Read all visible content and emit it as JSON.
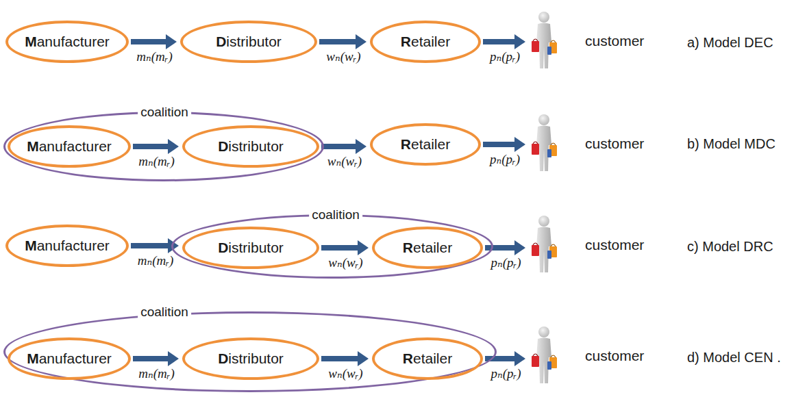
{
  "diagram": {
    "nodes": [
      {
        "text": [
          "Manufacturer"
        ]
      },
      {
        "text": [
          "Distributor"
        ]
      },
      {
        "text": [
          "Retailer"
        ]
      },
      {
        "text": [
          "customer"
        ]
      },
      {
        "text": [
          "coalition"
        ]
      },
      {
        "text": [
          "Manufacturer"
        ],
        "in": 4
      },
      {
        "text": [
          "Distributor"
        ],
        "in": 4
      },
      {
        "text": [
          "Retailer"
        ]
      },
      {
        "text": [
          "customer"
        ]
      },
      {
        "text": [
          "Manufacturer"
        ]
      },
      {
        "text": [
          "coalition"
        ]
      },
      {
        "text": [
          "Distributor"
        ],
        "in": 10
      },
      {
        "text": [
          "Retailer"
        ],
        "in": 10
      },
      {
        "text": [
          "customer"
        ]
      },
      {
        "text": [
          "coalition"
        ]
      },
      {
        "text": [
          "Manufacturer"
        ],
        "in": 14
      },
      {
        "text": [
          "Distributor"
        ],
        "in": 14
      },
      {
        "text": [
          "Retailer"
        ],
        "in": 14
      },
      {
        "text": [
          "customer"
        ]
      }
    ],
    "edges": [
      {
        "from": 0,
        "to": 1,
        "arrow": "to",
        "label": "mₙ(mᵣ)"
      },
      {
        "from": 1,
        "to": 2,
        "arrow": "to",
        "label": "wₙ(wᵣ)"
      },
      {
        "from": 2,
        "to": 3,
        "arrow": "to",
        "label": "pₙ(pᵣ)"
      },
      {
        "from": 5,
        "to": 6,
        "arrow": "to",
        "label": "mₙ(mᵣ)"
      },
      {
        "from": 6,
        "to": 7,
        "arrow": "to",
        "label": "wₙ(wᵣ)"
      },
      {
        "from": 7,
        "to": 8,
        "arrow": "to",
        "label": "pₙ(pᵣ)"
      },
      {
        "from": 9,
        "to": 11,
        "arrow": "to",
        "label": "mₙ(mᵣ)"
      },
      {
        "from": 11,
        "to": 12,
        "arrow": "to",
        "label": "wₙ(wᵣ)"
      },
      {
        "from": 12,
        "to": 13,
        "arrow": "to",
        "label": "pₙ(pᵣ)"
      },
      {
        "from": 15,
        "to": 16,
        "arrow": "to",
        "label": "mₙ(mᵣ)"
      },
      {
        "from": 16,
        "to": 17,
        "arrow": "to",
        "label": "wₙ(wᵣ)"
      },
      {
        "from": 17,
        "to": 18,
        "arrow": "to",
        "label": "pₙ(pᵣ)"
      }
    ],
    "labels": [
      "a) Model DEC",
      "b) Model MDC",
      "c) Model DRC",
      "d) Model CEN ."
    ]
  }
}
